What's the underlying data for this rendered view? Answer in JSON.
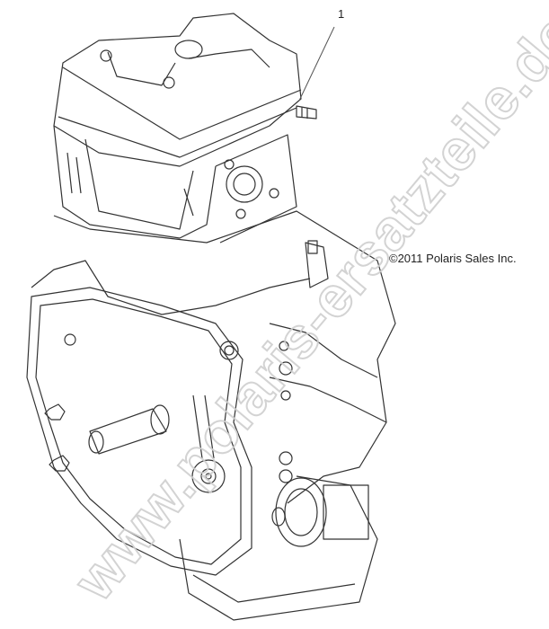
{
  "diagram": {
    "subject": "engine assembly line drawing",
    "callouts": [
      {
        "label": "1",
        "target": "crankcase breather fitting on valve cover"
      }
    ],
    "copyright": "©2011 Polaris Sales Inc.",
    "watermark": "www.polaris-ersatzteile.de",
    "colors": {
      "background": "#ffffff",
      "line": "#333333",
      "watermark": "#cfcfcf"
    }
  }
}
